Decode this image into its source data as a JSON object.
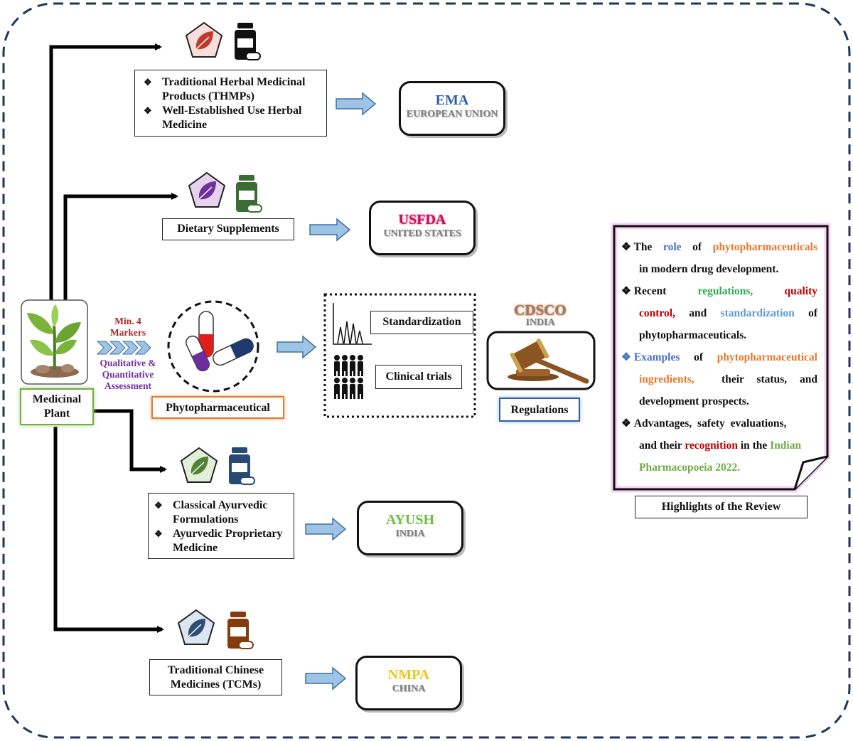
{
  "plant": {
    "label_line1": "Medicinal",
    "label_line2": "Plant"
  },
  "markers": {
    "line1": "Min. 4",
    "line2": "Markers",
    "assessment_line1": "Qualitative &",
    "assessment_line2": "Quantitative",
    "assessment_line3": "Assessment"
  },
  "phyto": {
    "label": "Phytopharmaceutical"
  },
  "trials": {
    "standardization": "Standardization",
    "clinical": "Clinical trials"
  },
  "cdsco": {
    "name": "CDSCO",
    "region": "INDIA",
    "regulations": "Regulations"
  },
  "branches": {
    "ema": {
      "items": [
        "Traditional Herbal Medicinal Products (THMPs)",
        "Well-Established Use Herbal Medicine"
      ],
      "agency": "EMA",
      "region": "EUROPEAN UNION",
      "agency_color": "#2e5fa3"
    },
    "usfda": {
      "label": "Dietary Supplements",
      "agency": "USFDA",
      "region": "UNITED STATES",
      "agency_color": "#c4154e"
    },
    "ayush": {
      "items": [
        "Classical Ayurvedic Formulations",
        "Ayurvedic Proprietary Medicine"
      ],
      "agency": "AYUSH",
      "region": "INDIA",
      "agency_color": "#6abf3f"
    },
    "nmpa": {
      "label": "Traditional Chinese Medicines (TCMs)",
      "agency": "NMPA",
      "region": "CHINA",
      "agency_color": "#f0c419"
    }
  },
  "highlights": {
    "title": "Highlights of the Review",
    "b1": {
      "t1": "The",
      "t2": "role",
      "t3": "of",
      "t4": "phytopharmaceuticals",
      "t5": "in modern drug development."
    },
    "b2": {
      "t1": "Recent",
      "t2": "regulations,",
      "t3": "quality",
      "t4": "control,",
      "t5": "and",
      "t6": "standardization",
      "t7": "of",
      "t8": "phytopharmaceuticals."
    },
    "b3": {
      "t1": "Examples",
      "t2": "of",
      "t3": "phytopharmaceutical",
      "t4": "ingredients,",
      "t5": "their status, and",
      "t6": "development prospects."
    },
    "b4": {
      "t1": "Advantages, safety evaluations,",
      "t2": "and their",
      "t3": "recognition",
      "t4": "in the",
      "t5": "Indian",
      "t6": "Pharmacopoeia 2022."
    }
  },
  "colors": {
    "orange": "#e8782a",
    "blue": "#4472c4",
    "green": "#2eaa50",
    "red": "#c00000",
    "lightblue": "#5b9bd5",
    "leafgreen": "#70ad47",
    "purple": "#7030a0",
    "darkred": "#a52a2a"
  },
  "icons": [
    "leaf-icon",
    "pill-bottle-icon",
    "plant-icon",
    "capsules-icon",
    "chart-icon",
    "people-icon",
    "gavel-icon",
    "chevron-arrows-icon"
  ]
}
